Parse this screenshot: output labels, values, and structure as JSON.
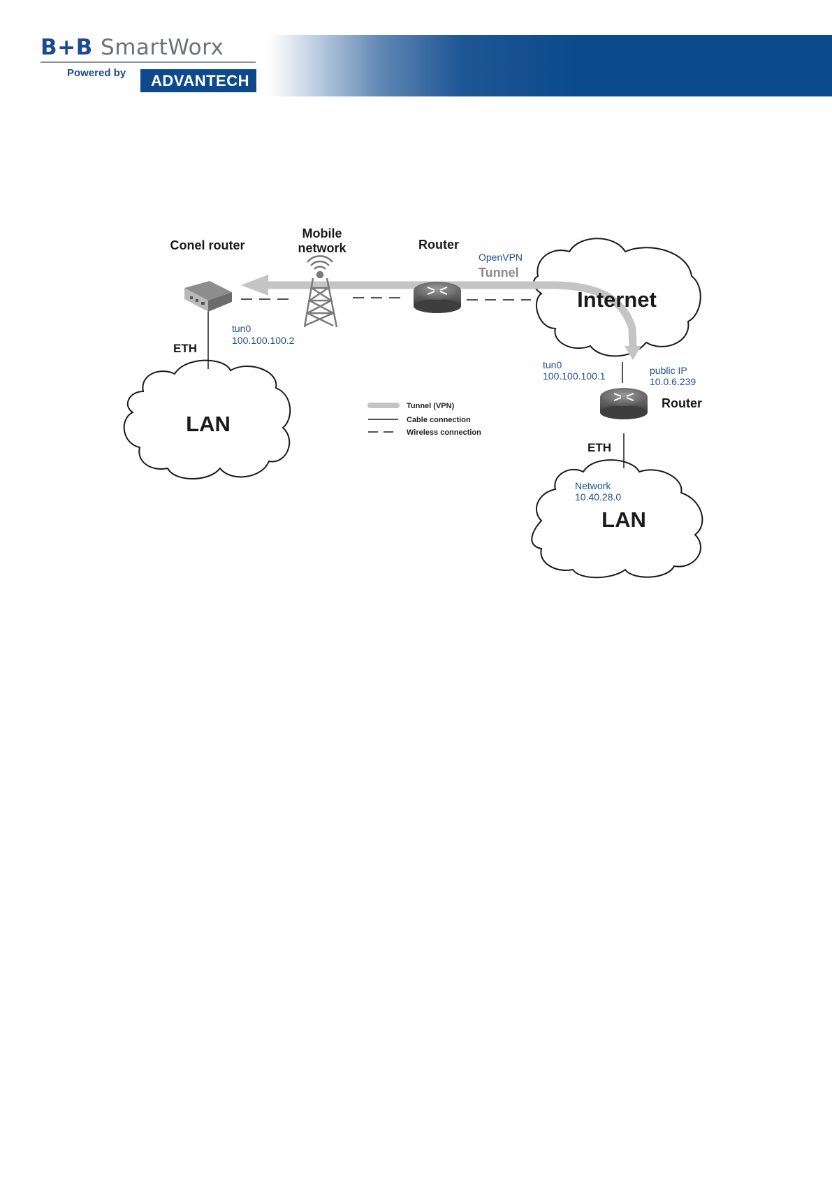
{
  "header": {
    "brand_bb": "B+B",
    "brand_smartworx": "SmartWorx",
    "powered_by": "Powered by",
    "advantech": "ADVANTECH"
  },
  "diagram": {
    "conel_router_label": "Conel router",
    "mobile_network_label_1": "Mobile",
    "mobile_network_label_2": "network",
    "router_top_label": "Router",
    "openvpn_label": "OpenVPN",
    "tunnel_label": "Tunnel",
    "internet_label": "Internet",
    "left_tun0": "tun0",
    "left_tun0_ip": "100.100.100.2",
    "left_eth": "ETH",
    "left_lan": "LAN",
    "right_tun0": "tun0",
    "right_tun0_ip": "100.100.100.1",
    "public_ip_label": "public IP",
    "public_ip_value": "10.0.6.239",
    "router_right_label": "Router",
    "right_eth": "ETH",
    "network_label": "Network",
    "network_value": "10.40.28.0",
    "right_lan": "LAN"
  },
  "legend": {
    "tunnel": "Tunnel (VPN)",
    "cable": "Cable connection",
    "wireless": "Wireless connection"
  },
  "colors": {
    "brand_blue": "#0b4a8b",
    "label_blue": "#1f4f8f",
    "tunnel_gray": "#c4c4c4"
  }
}
